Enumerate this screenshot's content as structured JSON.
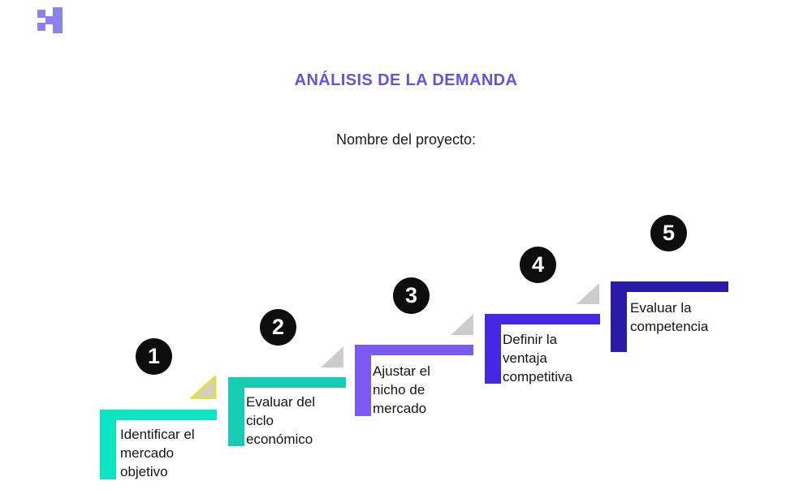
{
  "header": {
    "title": "ANÁLISIS DE LA DEMANDA",
    "title_color": "#6a50da"
  },
  "project": {
    "label": "Nombre del proyecto:"
  },
  "logo": {
    "color": "#8c82ea"
  },
  "steps": [
    {
      "number": "1",
      "label": "Identificar el mercado objetivo",
      "color": "#0be5c3"
    },
    {
      "number": "2",
      "label": "Evaluar del ciclo económico",
      "color": "#16cdb2"
    },
    {
      "number": "3",
      "label": "Ajustar el nicho de mercado",
      "color": "#7a58f2"
    },
    {
      "number": "4",
      "label": "Definir la ventaja competitiva",
      "color": "#4527e4"
    },
    {
      "number": "5",
      "label": "Evaluar la competencia",
      "color": "#2c1ba9"
    }
  ],
  "triangles": [
    {
      "fill": "#d0cec5",
      "stroke": "#dde24a"
    },
    {
      "fill": "#cccccc",
      "stroke": "none"
    },
    {
      "fill": "#cccccc",
      "stroke": "none"
    },
    {
      "fill": "#cccccc",
      "stroke": "none"
    }
  ]
}
